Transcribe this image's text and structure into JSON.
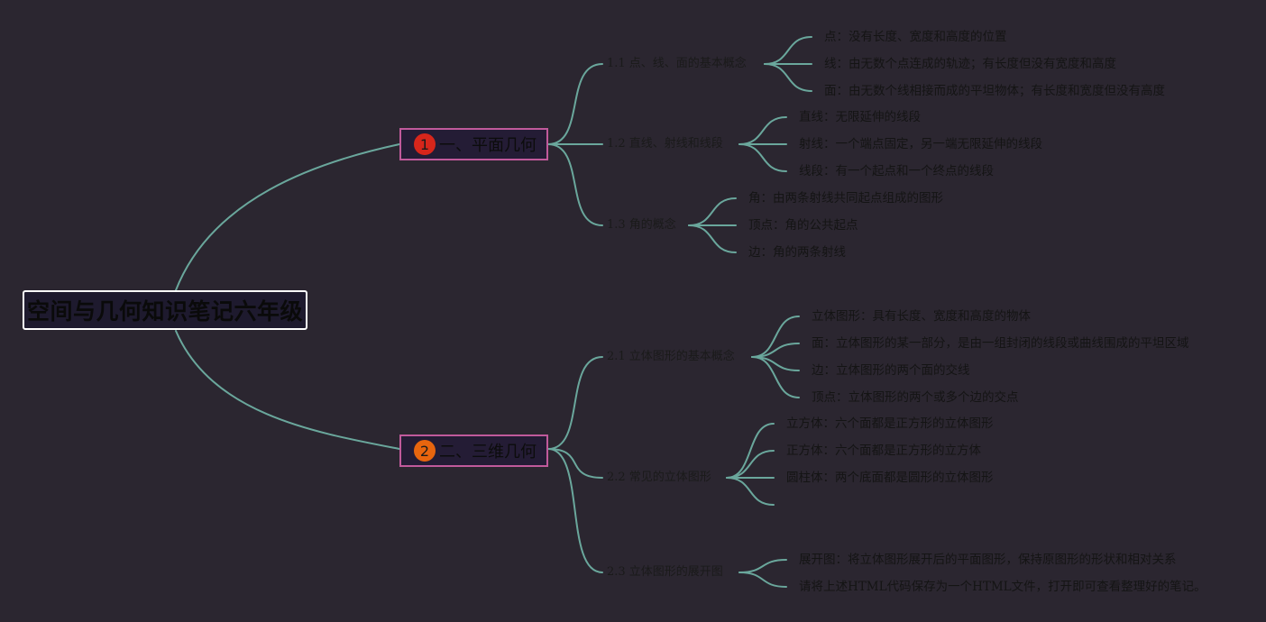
{
  "root": {
    "title": "空间与几何知识笔记六年级"
  },
  "branches": [
    {
      "badge": "1",
      "badge_color": "#d7261b",
      "title": "一、平面几何",
      "children": [
        {
          "title": "1.1 点、线、面的基本概念",
          "leaves": [
            "点：没有长度、宽度和高度的位置",
            "线：由无数个点连成的轨迹；有长度但没有宽度和高度",
            "面：由无数个线相接而成的平坦物体；有长度和宽度但没有高度"
          ]
        },
        {
          "title": "1.2 直线、射线和线段",
          "leaves": [
            "直线：无限延伸的线段",
            "射线：一个端点固定，另一端无限延伸的线段",
            "线段：有一个起点和一个终点的线段"
          ]
        },
        {
          "title": "1.3 角的概念",
          "leaves": [
            "角：由两条射线共同起点组成的图形",
            "顶点：角的公共起点",
            "边：角的两条射线"
          ]
        }
      ]
    },
    {
      "badge": "2",
      "badge_color": "#e8650e",
      "title": "二、三维几何",
      "children": [
        {
          "title": "2.1 立体图形的基本概念",
          "leaves": [
            "立体图形：具有长度、宽度和高度的物体",
            "面：立体图形的某一部分，是由一组封闭的线段或曲线围成的平坦区域",
            "边：立体图形的两个面的交线",
            "顶点：立体图形的两个或多个边的交点"
          ]
        },
        {
          "title": "2.2 常见的立体图形",
          "leaves": [
            "立方体：六个面都是正方形的立体图形",
            "正方体：六个面都是正方形的立方体",
            "圆柱体：两个底面都是圆形的立体图形",
            ""
          ]
        },
        {
          "title": "2.3 立体图形的展开图",
          "leaves": [
            "展开图：将立体图形展开后的平面图形，保持原图形的形状和相对关系",
            "请将上述HTML代码保存为一个HTML文件，打开即可查看整理好的笔记。"
          ]
        }
      ]
    }
  ],
  "colors": {
    "background": "#2b2630",
    "connector": "#6aa79c",
    "main_border": "#c05a9b",
    "root_border": "#ffffff"
  }
}
